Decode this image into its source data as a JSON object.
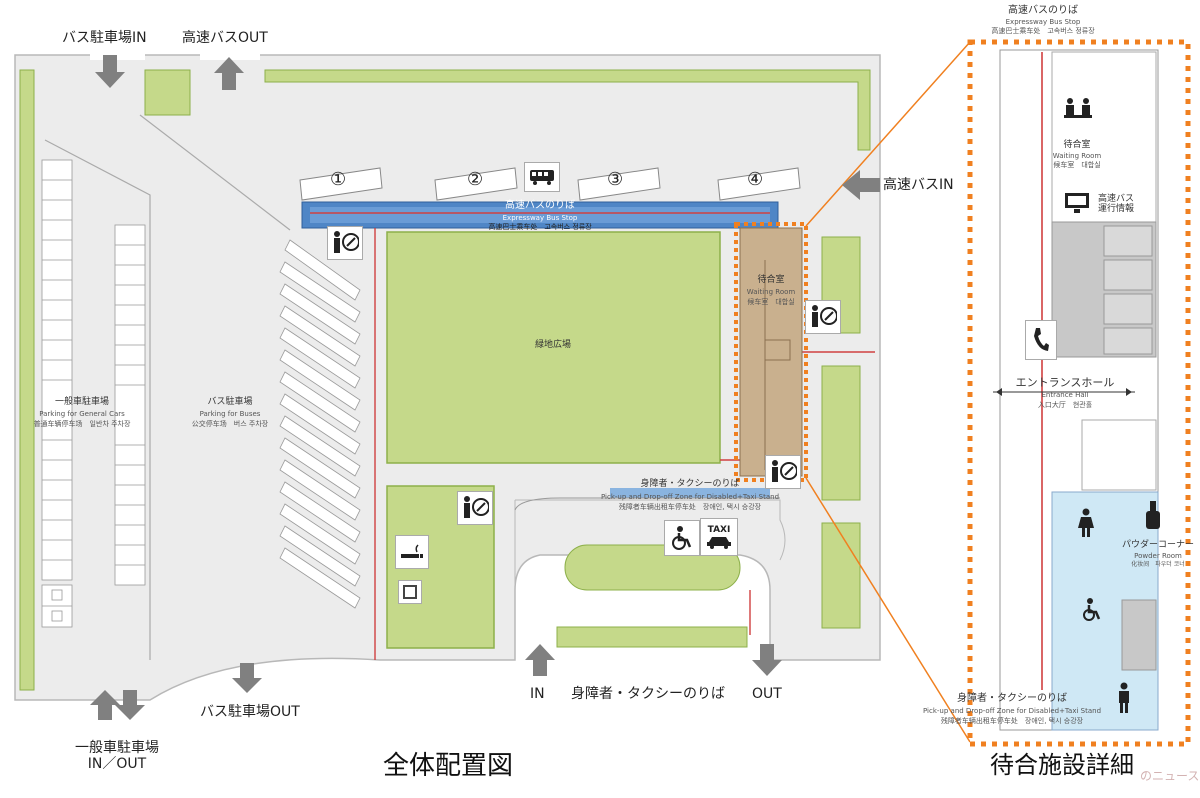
{
  "overview": {
    "title": "全体配置図",
    "entrances": {
      "bus_parking_in": "バス駐車場IN",
      "expressway_bus_out": "高速バスOUT",
      "expressway_bus_in": "高速バスIN",
      "bus_parking_out": "バス駐車場OUT",
      "general_parking_inout": "一般車駐車場\nIN／OUT",
      "in": "IN",
      "out": "OUT",
      "taxi_stand": "身障者・タクシーのりば"
    },
    "bus_stop": {
      "ja": "高速バスのりば",
      "en": "Expressway Bus Stop",
      "other": "高速巴士乘车处　고속버스 정류장"
    },
    "bay_numbers": [
      "①",
      "②",
      "③",
      "④"
    ],
    "general_parking": {
      "ja": "一般車駐車場",
      "en": "Parking for General Cars",
      "other": "普通车辆停车场　일반차 주차장"
    },
    "bus_parking": {
      "ja": "バス駐車場",
      "en": "Parking for Buses",
      "other": "公交停车场　버스 주차장"
    },
    "green_plaza": "緑地広場",
    "waiting_room": {
      "ja": "待合室",
      "en": "Waiting Room",
      "other": "候车室　대합실"
    },
    "pickup": {
      "ja": "身障者・タクシーのりば",
      "en": "Pick-up and Drop-off Zone for Disabled+Taxi Stand",
      "other": "残障者车辆出租车停车处　장애인, 택시 승강장"
    },
    "taxi_sign": "TAXI"
  },
  "detail": {
    "title": "待合施設詳細",
    "bus_stop": {
      "ja": "高速バスのりば",
      "en": "Expressway Bus Stop",
      "other": "高速巴士乘车处　고속버스 정류장"
    },
    "waiting_room": {
      "ja": "待合室",
      "en": "Waiting Room",
      "other": "候车室　대합실"
    },
    "bus_info": "高速バス\n運行情報",
    "entrance_hall": {
      "ja": "エントランスホール",
      "en": "Entrance Hall",
      "other": "入口大厅　현관홀"
    },
    "powder_room": {
      "ja": "パウダーコーナー",
      "en": "Powder Room",
      "other": "化妆间　파우더 코너"
    },
    "pickup": {
      "ja": "身障者・タクシーのりば",
      "en": "Pick-up and Drop-off Zone for Disabled+Taxi Stand",
      "other": "残障者车辆出租车停车处　장애인, 택시 승강장"
    }
  },
  "watermark": "のニュース",
  "colors": {
    "green": "#c5d98a",
    "green_border": "#8db04a",
    "road": "#e8e8e8",
    "road_border": "#b0b0b0",
    "bus_stop_blue": "#4f86c6",
    "waiting_brown": "#c9b08e",
    "detail_gray": "#c8c8c8",
    "restroom_blue": "#cfe8f5",
    "highlight_orange": "#f08020",
    "route_red": "#d04040"
  }
}
